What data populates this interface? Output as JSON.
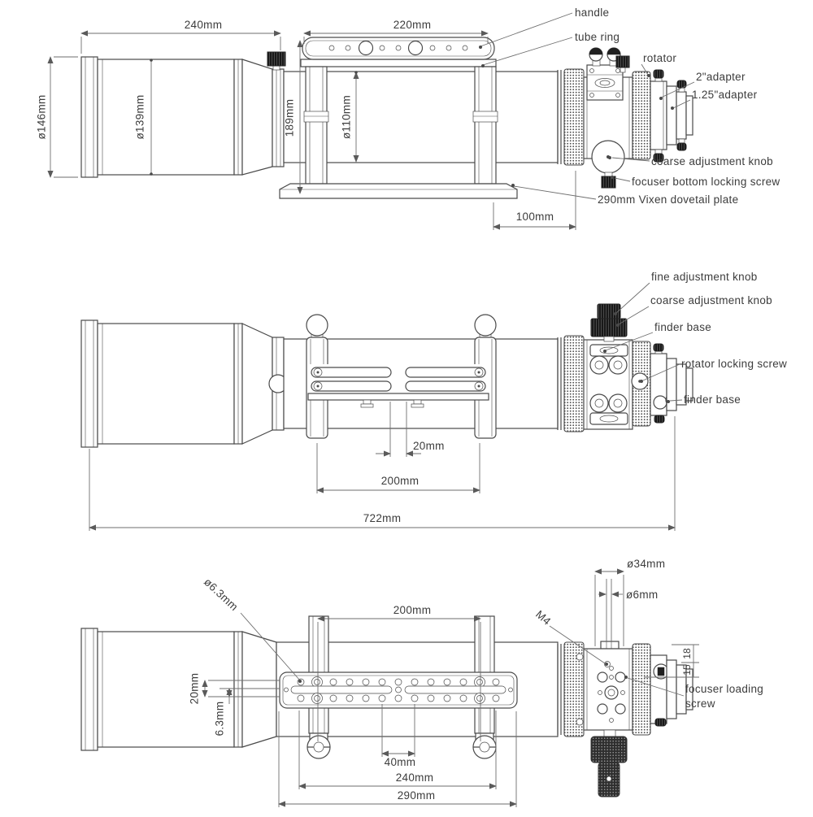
{
  "colors": {
    "line": "#4a4a4a",
    "dimension": "#6e6e6e",
    "text": "#3c3c3c",
    "background": "#ffffff"
  },
  "top": {
    "labels": {
      "handle": "handle",
      "tube_ring": "tube ring",
      "rotator": "rotator",
      "adapter_2": "2\"adapter",
      "adapter_125": "1.25\"adapter",
      "coarse_knob": "coarse adjustment knob",
      "bottom_locking": "focuser bottom locking screw",
      "dovetail": "290mm Vixen dovetail plate"
    },
    "dims": {
      "len_240": "240mm",
      "len_220": "220mm",
      "dia_146": "ø146mm",
      "dia_139": "ø139mm",
      "len_189": "189mm",
      "dia_110": "ø110mm",
      "len_100": "100mm"
    }
  },
  "middle": {
    "labels": {
      "fine_knob": "fine adjustment knob",
      "coarse_knob": "coarse adjustment knob",
      "finder_base_top": "finder base",
      "rotator_lock": "rotator locking screw",
      "finder_base_bottom": "finder base"
    },
    "dims": {
      "gap_20": "20mm",
      "rail_200": "200mm",
      "total_722": "722mm"
    }
  },
  "bottom": {
    "labels": {
      "m4": "M4",
      "loading_line1": "focuser loading",
      "loading_line2": "screw"
    },
    "dims": {
      "hole_63": "ø6.3mm",
      "len_200": "200mm",
      "dia_34": "ø34mm",
      "dia_6": "ø6mm",
      "d18": "18",
      "d15": "15",
      "row_20": "20mm",
      "off_63": "6.3mm",
      "hole_40": "40mm",
      "len_240": "240mm",
      "len_290": "290mm"
    }
  }
}
